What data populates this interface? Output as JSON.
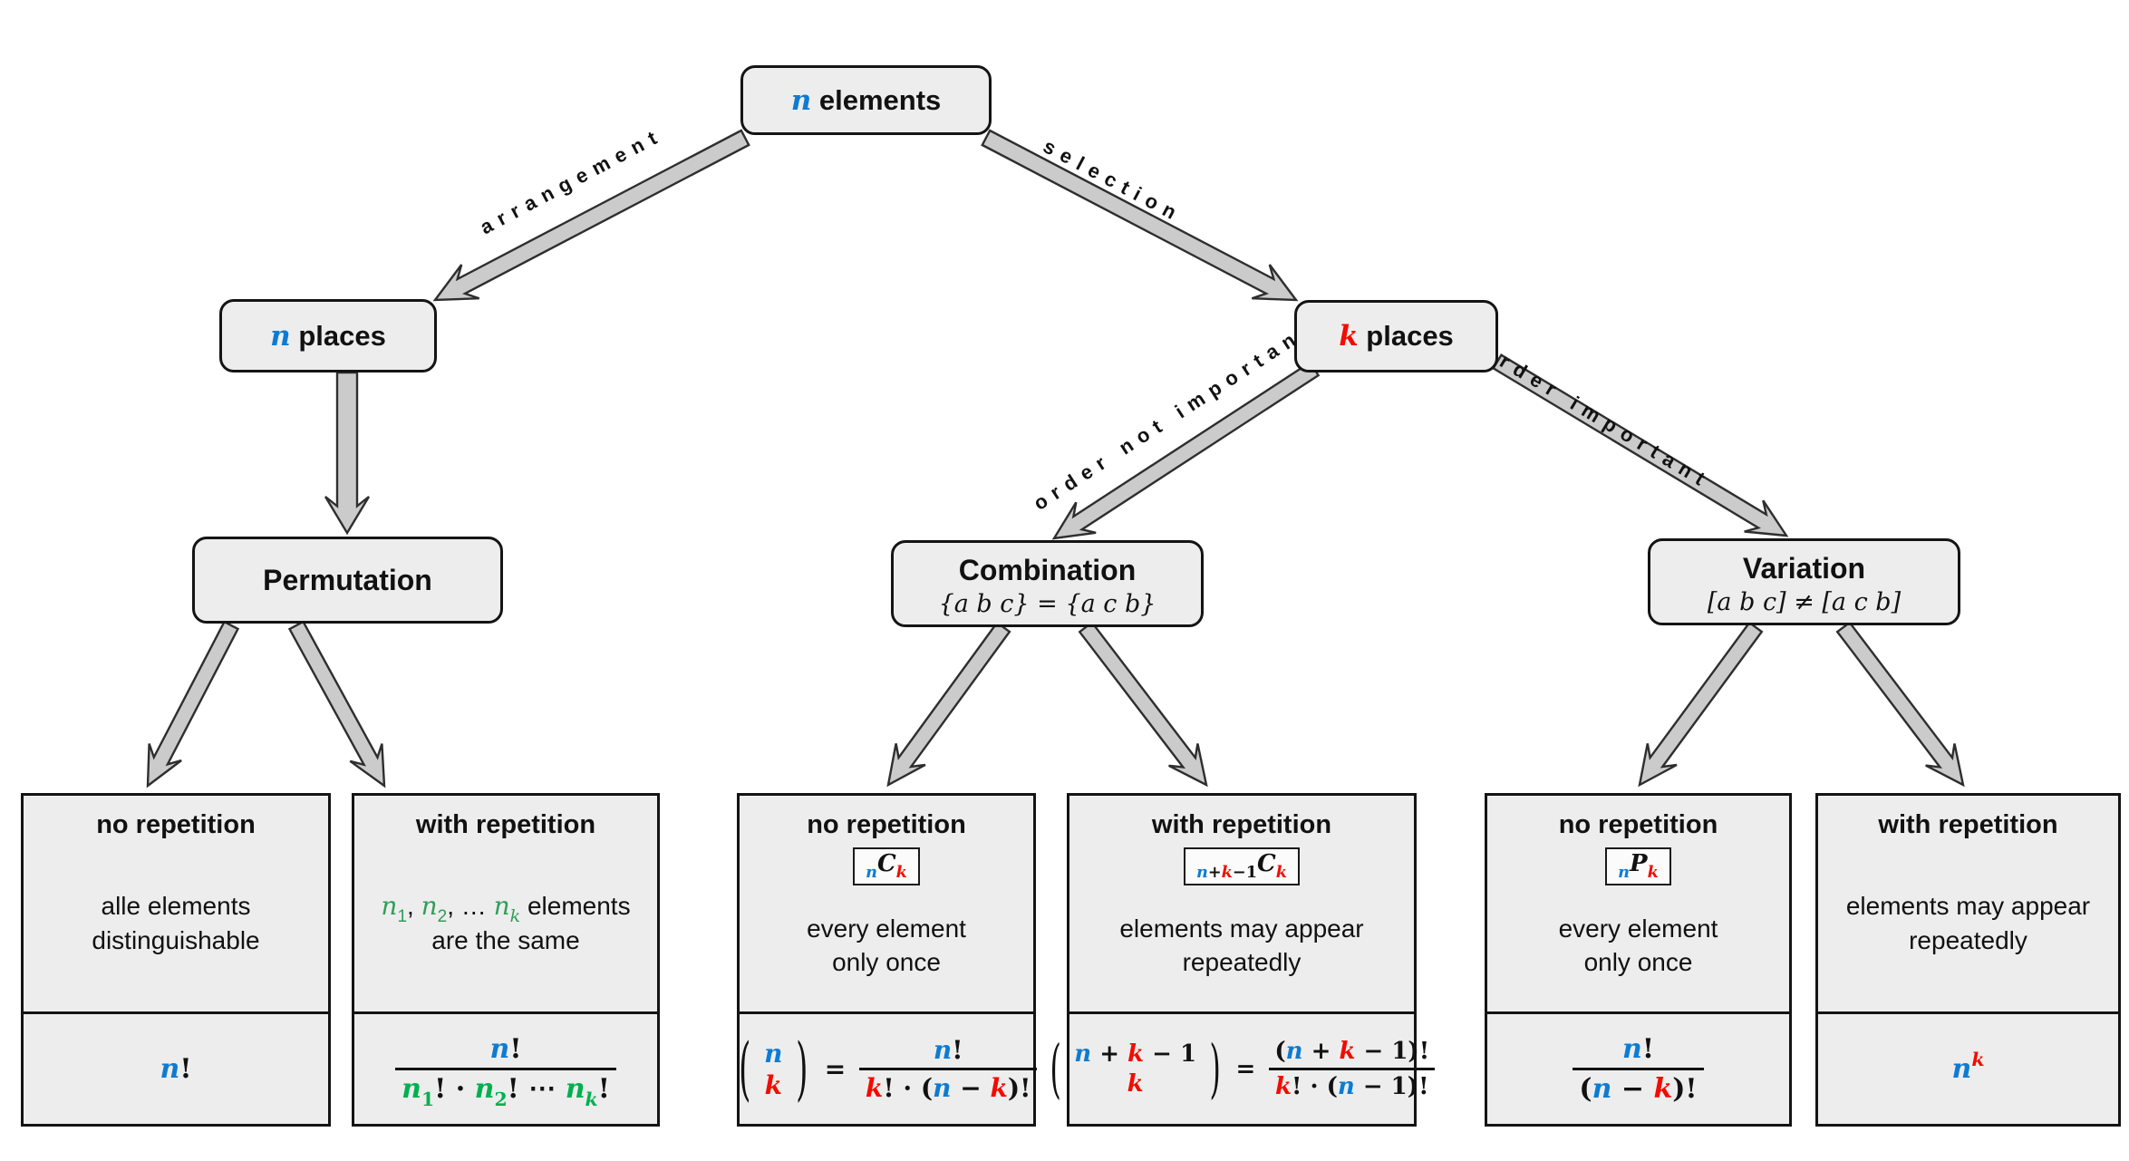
{
  "palette": {
    "blue": "#0e7bd2",
    "red": "#f30b00",
    "green": "#2e9e57",
    "green2": "#00b050",
    "black": "#111111",
    "box_fill": "#ededed",
    "box_border": "#141414",
    "arrow_fill": "#cbcbcb",
    "arrow_stroke": "#2e2e2e"
  },
  "root": {
    "label": [
      {
        "s": "n",
        "c": "blue",
        "it": 1,
        "b": 1
      },
      {
        "s": " elements",
        "b": 1
      }
    ]
  },
  "edges": {
    "arrangement": "arrangement",
    "selection": "selection",
    "order_not_important": "order not important",
    "order_important": "order important"
  },
  "level2": {
    "n_places": [
      {
        "s": "n",
        "c": "blue",
        "it": 1,
        "b": 1
      },
      {
        "s": " places",
        "b": 1
      }
    ],
    "k_places": [
      {
        "s": "k",
        "c": "red",
        "it": 1,
        "b": 1
      },
      {
        "s": " places",
        "b": 1
      }
    ]
  },
  "level3": {
    "permutation": {
      "title": "Permutation"
    },
    "combination": {
      "title": "Combination",
      "subtitle": "{a b c} = {a c b}"
    },
    "variation": {
      "title": "Variation",
      "subtitle": "[a b c] ≠ [a c b]"
    }
  },
  "cards": [
    {
      "title": "no repetition",
      "desc": [
        [
          {
            "s": "alle elements"
          }
        ],
        [
          {
            "s": "distinguishable"
          }
        ]
      ],
      "formula": [
        {
          "s": "n",
          "c": "blue",
          "it": 1,
          "b": 1
        },
        {
          "s": "!",
          "b": 1
        }
      ]
    },
    {
      "title": "with repetition",
      "desc": [
        [
          {
            "s": "n",
            "c": "green",
            "it": 1
          },
          {
            "s": "1",
            "c": "green",
            "sub": 1
          },
          {
            "s": ", "
          },
          {
            "s": "n",
            "c": "green",
            "it": 1
          },
          {
            "s": "2",
            "c": "green",
            "sub": 1
          },
          {
            "s": ", … "
          },
          {
            "s": "n",
            "c": "green",
            "it": 1
          },
          {
            "s": "k",
            "c": "green",
            "it": 1,
            "sub": 1
          },
          {
            "s": " elements"
          }
        ],
        [
          {
            "s": "are the same"
          }
        ]
      ],
      "formula": [
        {
          "frac": {
            "num": [
              {
                "s": "n",
                "c": "blue",
                "it": 1,
                "b": 1
              },
              {
                "s": "!",
                "b": 1
              }
            ],
            "den": [
              {
                "s": "n",
                "c": "green2",
                "it": 1,
                "b": 1
              },
              {
                "s": "1",
                "c": "green2",
                "b": 1,
                "sub": 1
              },
              {
                "s": "! · ",
                "b": 1
              },
              {
                "s": "n",
                "c": "green2",
                "it": 1,
                "b": 1
              },
              {
                "s": "2",
                "c": "green2",
                "b": 1,
                "sub": 1
              },
              {
                "s": "! ⋯ ",
                "b": 1
              },
              {
                "s": "n",
                "c": "green2",
                "it": 1,
                "b": 1
              },
              {
                "s": "k",
                "c": "green2",
                "it": 1,
                "b": 1,
                "sub": 1
              },
              {
                "s": "!",
                "b": 1
              }
            ]
          }
        }
      ]
    },
    {
      "title": "no repetition",
      "badge": [
        {
          "s": "n",
          "c": "blue",
          "it": 1,
          "b": 1,
          "sub": 1
        },
        {
          "s": "C",
          "it": 1,
          "b": 1
        },
        {
          "s": "k",
          "c": "red",
          "it": 1,
          "b": 1,
          "sub": 1
        }
      ],
      "desc": [
        [
          {
            "s": "every element"
          }
        ],
        [
          {
            "s": "only once"
          }
        ]
      ],
      "formula": [
        {
          "binom": {
            "top": [
              {
                "s": "n",
                "c": "blue",
                "it": 1,
                "b": 1
              }
            ],
            "bot": [
              {
                "s": "k",
                "c": "red",
                "it": 1,
                "b": 1
              }
            ]
          }
        },
        {
          "s": " = ",
          "b": 1
        },
        {
          "frac": {
            "num": [
              {
                "s": "n",
                "c": "blue",
                "it": 1,
                "b": 1
              },
              {
                "s": "!",
                "b": 1
              }
            ],
            "den": [
              {
                "s": "k",
                "c": "red",
                "it": 1,
                "b": 1
              },
              {
                "s": "! · (",
                "b": 1
              },
              {
                "s": "n",
                "c": "blue",
                "it": 1,
                "b": 1
              },
              {
                "s": " − ",
                "b": 1
              },
              {
                "s": "k",
                "c": "red",
                "it": 1,
                "b": 1
              },
              {
                "s": ")!",
                "b": 1
              }
            ]
          }
        }
      ]
    },
    {
      "title": "with repetition",
      "badge": [
        {
          "s": "n",
          "c": "blue",
          "it": 1,
          "b": 1,
          "sub": 1
        },
        {
          "s": "+",
          "b": 1,
          "sub": 1
        },
        {
          "s": "k",
          "c": "red",
          "it": 1,
          "b": 1,
          "sub": 1
        },
        {
          "s": "−1",
          "b": 1,
          "sub": 1
        },
        {
          "s": "C",
          "it": 1,
          "b": 1
        },
        {
          "s": "k",
          "c": "red",
          "it": 1,
          "b": 1,
          "sub": 1
        }
      ],
      "desc": [
        [
          {
            "s": "elements may appear"
          }
        ],
        [
          {
            "s": "repeatedly"
          }
        ]
      ],
      "formula": [
        {
          "binom": {
            "top": [
              {
                "s": "n",
                "c": "blue",
                "it": 1,
                "b": 1
              },
              {
                "s": " + ",
                "b": 1
              },
              {
                "s": "k",
                "c": "red",
                "it": 1,
                "b": 1
              },
              {
                "s": " − 1",
                "b": 1
              }
            ],
            "bot": [
              {
                "s": "k",
                "c": "red",
                "it": 1,
                "b": 1
              }
            ]
          }
        },
        {
          "s": " = ",
          "b": 1
        },
        {
          "frac": {
            "num": [
              {
                "s": "(",
                "b": 1
              },
              {
                "s": "n",
                "c": "blue",
                "it": 1,
                "b": 1
              },
              {
                "s": " + ",
                "b": 1
              },
              {
                "s": "k",
                "c": "red",
                "it": 1,
                "b": 1
              },
              {
                "s": " − 1)!",
                "b": 1
              }
            ],
            "den": [
              {
                "s": "k",
                "c": "red",
                "it": 1,
                "b": 1
              },
              {
                "s": "! · (",
                "b": 1
              },
              {
                "s": "n",
                "c": "blue",
                "it": 1,
                "b": 1
              },
              {
                "s": " − 1)!",
                "b": 1
              }
            ]
          }
        }
      ]
    },
    {
      "title": "no repetition",
      "badge": [
        {
          "s": "n",
          "c": "blue",
          "it": 1,
          "b": 1,
          "sub": 1
        },
        {
          "s": "P",
          "it": 1,
          "b": 1
        },
        {
          "s": "k",
          "c": "red",
          "it": 1,
          "b": 1,
          "sub": 1
        }
      ],
      "desc": [
        [
          {
            "s": "every element"
          }
        ],
        [
          {
            "s": "only once"
          }
        ]
      ],
      "formula": [
        {
          "frac": {
            "num": [
              {
                "s": "n",
                "c": "blue",
                "it": 1,
                "b": 1
              },
              {
                "s": "!",
                "b": 1
              }
            ],
            "den": [
              {
                "s": "(",
                "b": 1
              },
              {
                "s": "n",
                "c": "blue",
                "it": 1,
                "b": 1
              },
              {
                "s": " − ",
                "b": 1
              },
              {
                "s": "k",
                "c": "red",
                "it": 1,
                "b": 1
              },
              {
                "s": ")!",
                "b": 1
              }
            ]
          }
        }
      ]
    },
    {
      "title": "with repetition",
      "desc": [
        [
          {
            "s": "elements may appear"
          }
        ],
        [
          {
            "s": "repeatedly"
          }
        ]
      ],
      "formula": [
        {
          "s": "n",
          "c": "blue",
          "it": 1,
          "b": 1
        },
        {
          "s": "k",
          "c": "red",
          "it": 1,
          "b": 1,
          "sup": 1
        }
      ]
    }
  ]
}
